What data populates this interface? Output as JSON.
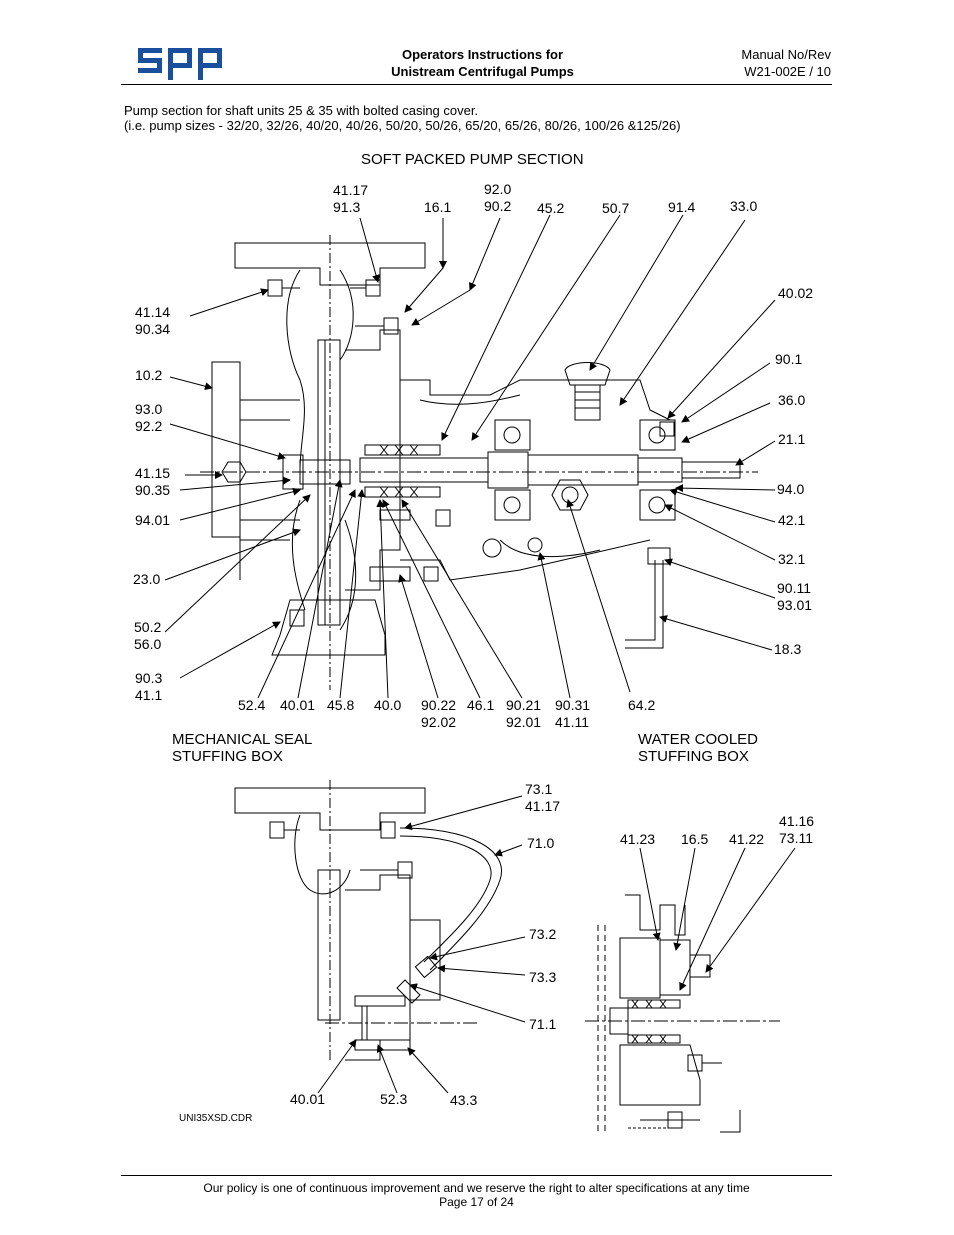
{
  "header": {
    "logo_text": "spp",
    "title_line1": "Operators Instructions for",
    "title_line2": "Unistream Centrifugal Pumps",
    "manual_line1": "Manual No/Rev",
    "manual_line2": "W21-002E / 10"
  },
  "intro": {
    "line1": "Pump section for shaft units 25 & 35 with bolted casing cover.",
    "line2": "(i.e. pump sizes - 32/20, 32/26, 40/20, 40/26, 50/20, 50/26, 65/20, 65/26, 80/26, 100/26 &125/26)"
  },
  "sections": {
    "soft_packed": "SOFT PACKED PUMP SECTION",
    "mech_seal_1": "MECHANICAL SEAL",
    "mech_seal_2": "STUFFING BOX",
    "water_cooled_1": "WATER COOLED",
    "water_cooled_2": "STUFFING BOX"
  },
  "labels_top": {
    "l_4117": "41.17",
    "l_913": "91.3",
    "l_161": "16.1",
    "l_920": "92.0",
    "l_902": "90.2",
    "l_452": "45.2",
    "l_507": "50.7",
    "l_914": "91.4",
    "l_330": "33.0",
    "l_4002": "40.02",
    "l_4114": "41.14",
    "l_9034": "90.34",
    "l_102": "10.2",
    "l_901": "90.1",
    "l_930": "93.0",
    "l_922": "92.2",
    "l_360": "36.0",
    "l_211": "21.1",
    "l_4115": "41.15",
    "l_9035": "90.35",
    "l_940": "94.0",
    "l_9401": "94.01",
    "l_421": "42.1",
    "l_321": "32.1",
    "l_230": "23.0",
    "l_9011": "90.11",
    "l_9301": "93.01",
    "l_502": "50.2",
    "l_560": "56.0",
    "l_183": "18.3",
    "l_903": "90.3",
    "l_411": "41.1",
    "l_524": "52.4",
    "l_4001": "40.01",
    "l_458": "45.8",
    "l_400": "40.0",
    "l_9022": "90.22",
    "l_9202": "92.02",
    "l_461": "46.1",
    "l_9021": "90.21",
    "l_9201": "92.01",
    "l_9031": "90.31",
    "l_4111": "41.11",
    "l_642": "64.2"
  },
  "labels_bottom": {
    "l_731": "73.1",
    "l_4117b": "41.17",
    "l_710": "71.0",
    "l_732": "73.2",
    "l_733": "73.3",
    "l_711": "71.1",
    "l_4001b": "40.01",
    "l_523": "52.3",
    "l_433": "43.3",
    "l_4123": "41.23",
    "l_165": "16.5",
    "l_4122": "41.22",
    "l_4116": "41.16",
    "l_7311": "73.11"
  },
  "file_ref": "UNI35XSD.CDR",
  "footer": {
    "line1": "Our policy is one of continuous improvement and we reserve the right to alter specifications at any time",
    "line2": "Page 17 of 24"
  },
  "colors": {
    "logo": "#1a4f9e",
    "ink": "#000000"
  }
}
